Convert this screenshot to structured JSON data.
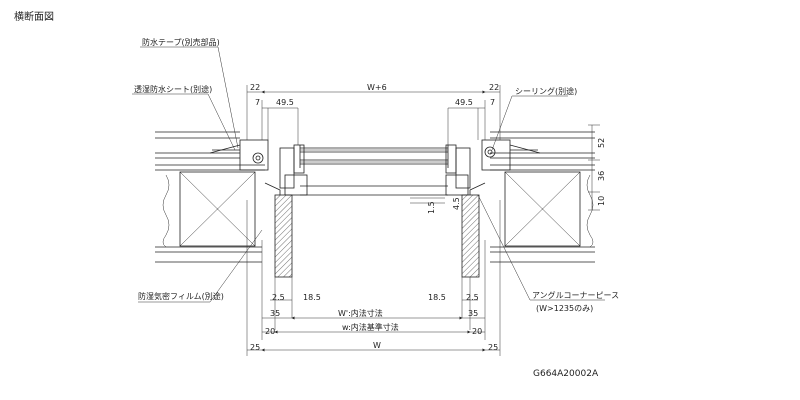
{
  "title": "横断面図",
  "drawing_code": "G664A20002A",
  "labels": {
    "waterproof_tape": "防水テープ(別売部品)",
    "breathable_sheet": "透湿防水シート(別途)",
    "sealing": "シーリング(別途)",
    "moisture_film": "防湿気密フィルム(別途)",
    "angle_corner": "アングルコーナーピース",
    "angle_corner_note": "(W>1235のみ)"
  },
  "dims": {
    "top_total": "W+6",
    "left_22": "22",
    "right_22": "22",
    "left_7": "7",
    "right_7": "7",
    "left_49_5": "49.5",
    "right_49_5": "49.5",
    "right_52": "52",
    "right_36": "36",
    "right_10": "10",
    "mid_1_5": "1.5",
    "mid_4_5": "4.5",
    "left_2_5": "2.5",
    "left_18_5": "18.5",
    "right_18_5": "18.5",
    "right_2_5": "2.5",
    "left_35": "35",
    "right_35": "35",
    "inner_w_prime": "W':内法寸法",
    "left_20": "20",
    "right_20": "20",
    "inner_w_ref": "w:内法基準寸法",
    "left_25": "25",
    "right_25": "25",
    "bottom_w": "W"
  }
}
